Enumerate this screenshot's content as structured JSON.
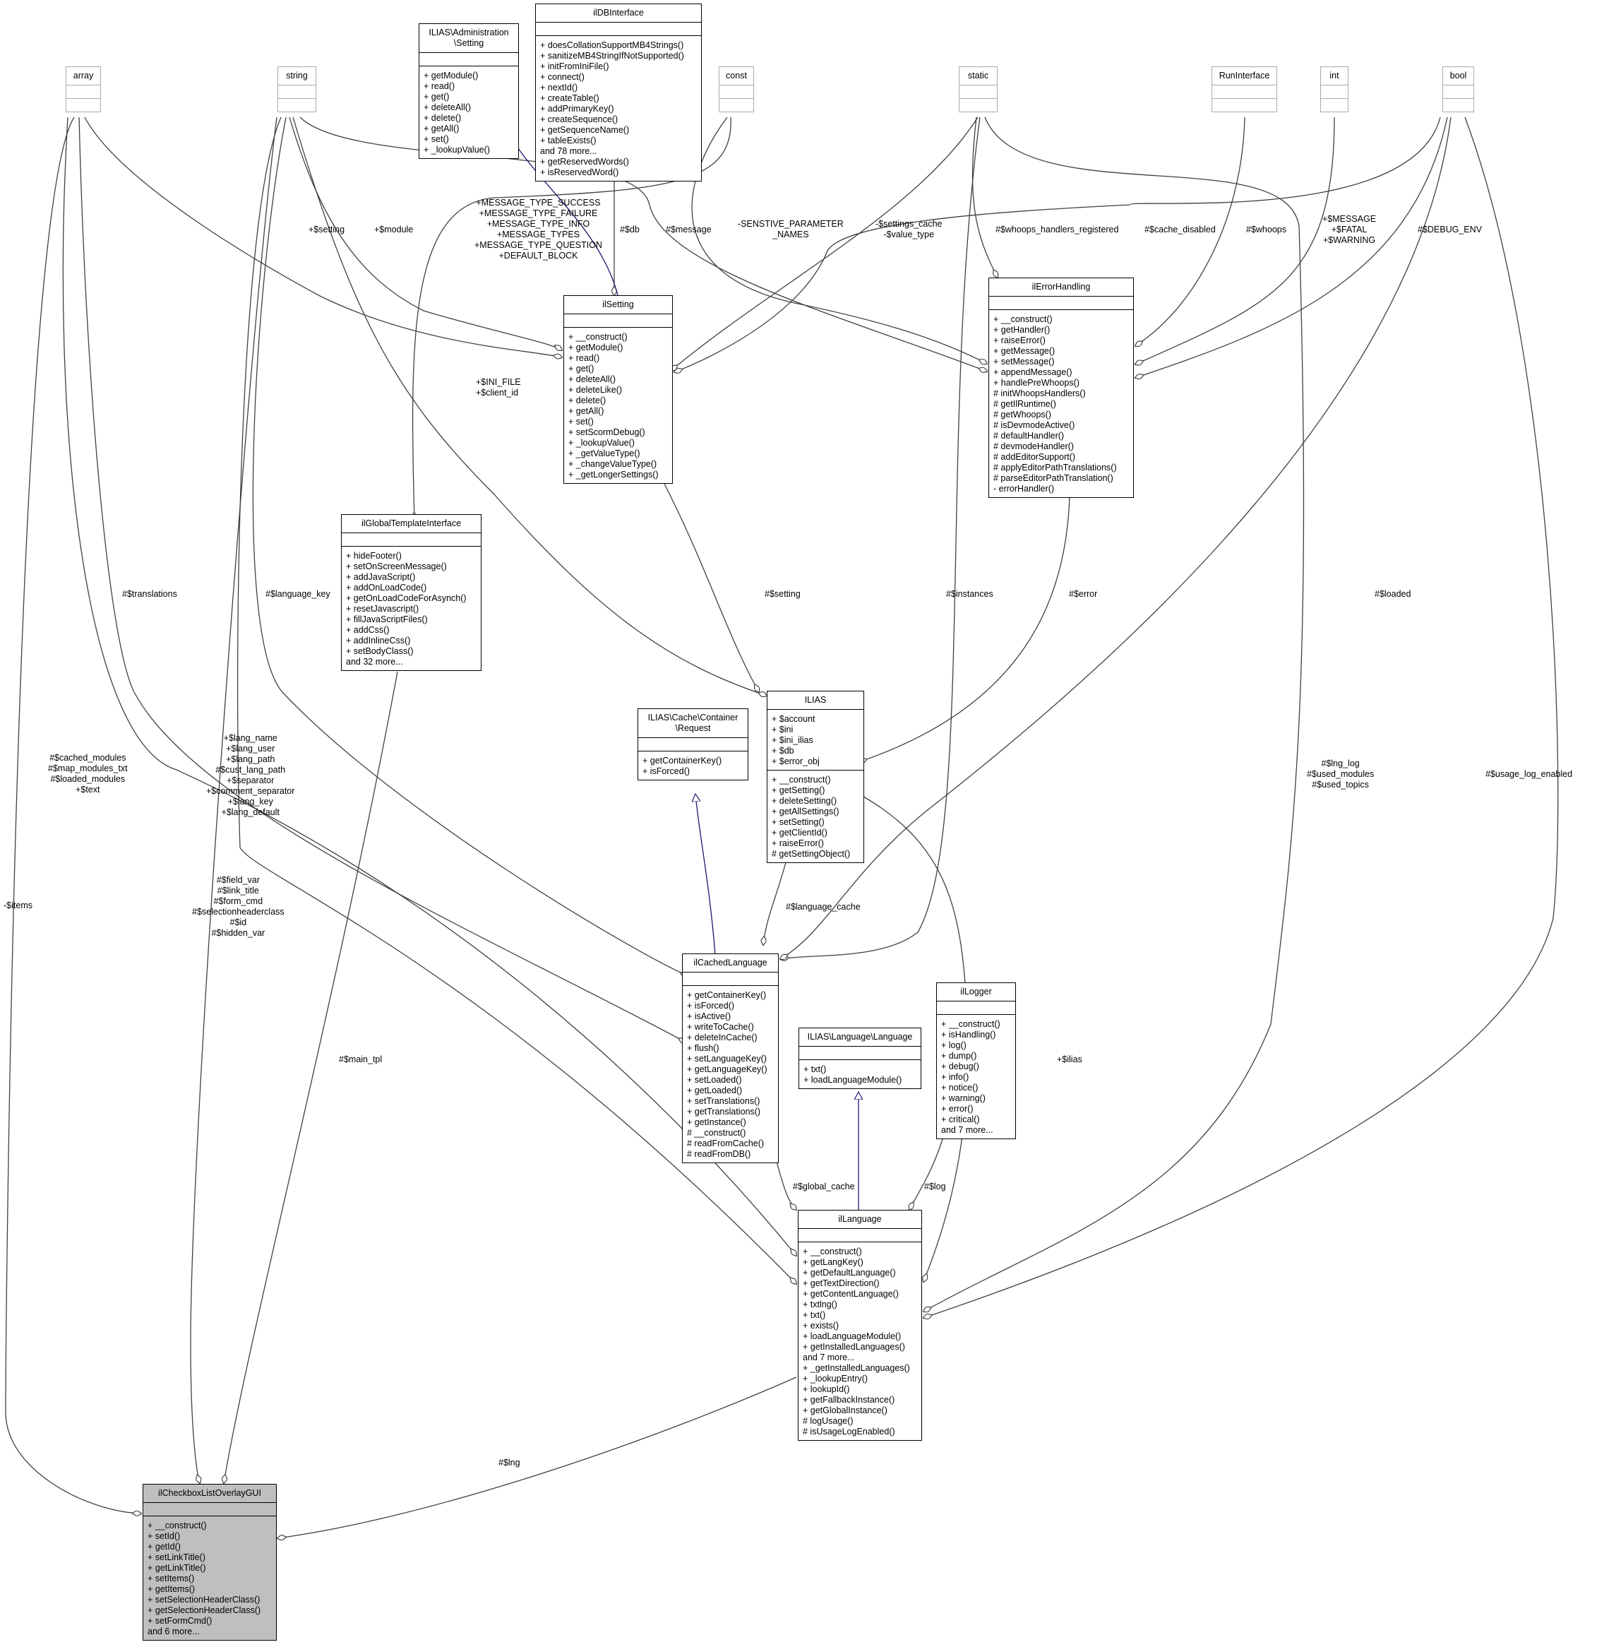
{
  "nodes": {
    "array": {
      "title": "array"
    },
    "string": {
      "title": "string"
    },
    "setting_iface": {
      "title": "ILIAS\\Administration\n\\Setting",
      "methods": [
        "+ getModule()",
        "+ read()",
        "+ get()",
        "+ deleteAll()",
        "+ delete()",
        "+ getAll()",
        "+ set()",
        "+ _lookupValue()"
      ]
    },
    "db_iface": {
      "title": "ilDBInterface",
      "methods": [
        "+ doesCollationSupportMB4Strings()",
        "+ sanitizeMB4StringIfNotSupported()",
        "+ initFromIniFile()",
        "+ connect()",
        "+ nextId()",
        "+ createTable()",
        "+ addPrimaryKey()",
        "+ createSequence()",
        "+ getSequenceName()",
        "+ tableExists()",
        "and 78 more...",
        "+ getReservedWords()",
        "+ isReservedWord()"
      ]
    },
    "const": {
      "title": "const"
    },
    "static": {
      "title": "static"
    },
    "runinterface": {
      "title": "RunInterface"
    },
    "int": {
      "title": "int"
    },
    "bool": {
      "title": "bool"
    },
    "ilsetting": {
      "title": "ilSetting",
      "methods": [
        "+ __construct()",
        "+ getModule()",
        "+ read()",
        "+ get()",
        "+ deleteAll()",
        "+ deleteLike()",
        "+ delete()",
        "+ getAll()",
        "+ set()",
        "+ setScormDebug()",
        "+ _lookupValue()",
        "+ _getValueType()",
        "+ _changeValueType()",
        "+ _getLongerSettings()"
      ]
    },
    "errorhandling": {
      "title": "ilErrorHandling",
      "methods": [
        "+ __construct()",
        "+ getHandler()",
        "+ raiseError()",
        "+ getMessage()",
        "+ setMessage()",
        "+ appendMessage()",
        "+ handlePreWhoops()",
        "# initWhoopsHandlers()",
        "# getIlRuntime()",
        "# getWhoops()",
        "# isDevmodeActive()",
        "# defaultHandler()",
        "# devmodeHandler()",
        "# addEditorSupport()",
        "# applyEditorPathTranslations()",
        "# parseEditorPathTranslation()",
        "- errorHandler()"
      ]
    },
    "globaltpl": {
      "title": "ilGlobalTemplateInterface",
      "methods": [
        "+ hideFooter()",
        "+ setOnScreenMessage()",
        "+ addJavaScript()",
        "+ addOnLoadCode()",
        "+ getOnLoadCodeForAsynch()",
        "+ resetJavascript()",
        "+ fillJavaScriptFiles()",
        "+ addCss()",
        "+ addInlineCss()",
        "+ setBodyClass()",
        "and 32 more..."
      ]
    },
    "ilias": {
      "title": "ILIAS",
      "attrs": [
        "+ $account",
        "+ $ini",
        "+ $ini_ilias",
        "+ $db",
        "+ $error_obj"
      ],
      "methods": [
        "+ __construct()",
        "+ getSetting()",
        "+ deleteSetting()",
        "+ getAllSettings()",
        "+ setSetting()",
        "+ getClientId()",
        "+ raiseError()",
        "# getSettingObject()"
      ]
    },
    "cache_request": {
      "title": "ILIAS\\Cache\\Container\n\\Request",
      "methods": [
        "+ getContainerKey()",
        "+ isForced()"
      ]
    },
    "cachedlang": {
      "title": "ilCachedLanguage",
      "methods": [
        "+ getContainerKey()",
        "+ isForced()",
        "+ isActive()",
        "+ writeToCache()",
        "+ deleteInCache()",
        "+ flush()",
        "+ setLanguageKey()",
        "+ getLanguageKey()",
        "+ setLoaded()",
        "+ getLoaded()",
        "+ setTranslations()",
        "+ getTranslations()",
        "+ getInstance()",
        "# __construct()",
        "# readFromCache()",
        "# readFromDB()"
      ]
    },
    "logger": {
      "title": "ilLogger",
      "methods": [
        "+ __construct()",
        "+ isHandling()",
        "+ log()",
        "+ dump()",
        "+ debug()",
        "+ info()",
        "+ notice()",
        "+ warning()",
        "+ error()",
        "+ critical()",
        "and 7 more..."
      ]
    },
    "lang_iface": {
      "title": "ILIAS\\Language\\Language",
      "methods": [
        "+ txt()",
        "+ loadLanguageModule()"
      ]
    },
    "illanguage": {
      "title": "ilLanguage",
      "methods": [
        "+ __construct()",
        "+ getLangKey()",
        "+ getDefaultLanguage()",
        "+ getTextDirection()",
        "+ getContentLanguage()",
        "+ txtlng()",
        "+ txt()",
        "+ exists()",
        "+ loadLanguageModule()",
        "+ getInstalledLanguages()",
        "and 7 more...",
        "+ _getInstalledLanguages()",
        "+ _lookupEntry()",
        "+ lookupId()",
        "+ getFallbackInstance()",
        "+ getGlobalInstance()",
        "# logUsage()",
        "# isUsageLogEnabled()"
      ]
    },
    "checkbox": {
      "title": "ilCheckboxListOverlayGUI",
      "methods": [
        "+ __construct()",
        "+ setId()",
        "+ getId()",
        "+ setLinkTitle()",
        "+ getLinkTitle()",
        "+ setItems()",
        "+ getItems()",
        "+ setSelectionHeaderClass()",
        "+ getSelectionHeaderClass()",
        "+ setFormCmd()",
        "and 6 more..."
      ]
    }
  },
  "edge_labels": {
    "items": "-$items",
    "setting_str": "+$setting",
    "module": "+$module",
    "message_types": "+MESSAGE_TYPE_SUCCESS\n+MESSAGE_TYPE_FAILURE\n+MESSAGE_TYPE_INFO\n+MESSAGE_TYPES\n+MESSAGE_TYPE_QUESTION\n+DEFAULT_BLOCK",
    "db": "#$db",
    "message": "#$message",
    "sensitive": "-SENSTIVE_PARAMETER\n_NAMES",
    "settings_cache": "-$settings_cache\n-$value_type",
    "whoops_reg": "#$whoops_handlers_registered",
    "cache_disabled": "#$cache_disabled",
    "whoops": "#$whoops",
    "message_fatal": "+$MESSAGE\n+$FATAL\n+$WARNING",
    "debug_env": "#$DEBUG_ENV",
    "ini_file": "+$INI_FILE\n+$client_id",
    "translations": "#$translations",
    "language_key": "#$language_key",
    "setting": "#$setting",
    "instances": "#$instances",
    "error": "#$error",
    "loaded": "#$loaded",
    "cached_modules": "#$cached_modules\n#$map_modules_txt\n#$loaded_modules\n+$text",
    "lang_name": "+$lang_name\n+$lang_user\n+$lang_path\n#$cust_lang_path\n+$separator\n+$comment_separator\n+$lang_key\n+$lang_default",
    "lng_log": "#$lng_log\n#$used_modules\n#$used_topics",
    "usage_log": "#$usage_log_enabled",
    "field_var": "#$field_var\n#$link_title\n#$form_cmd\n#$selectionheaderclass\n#$id\n#$hidden_var",
    "language_cache": "#$language_cache",
    "main_tpl": "#$main_tpl",
    "ilias_ref": "+$ilias",
    "global_cache": "#$global_cache",
    "log": "#$log",
    "lng": "#$lng"
  }
}
